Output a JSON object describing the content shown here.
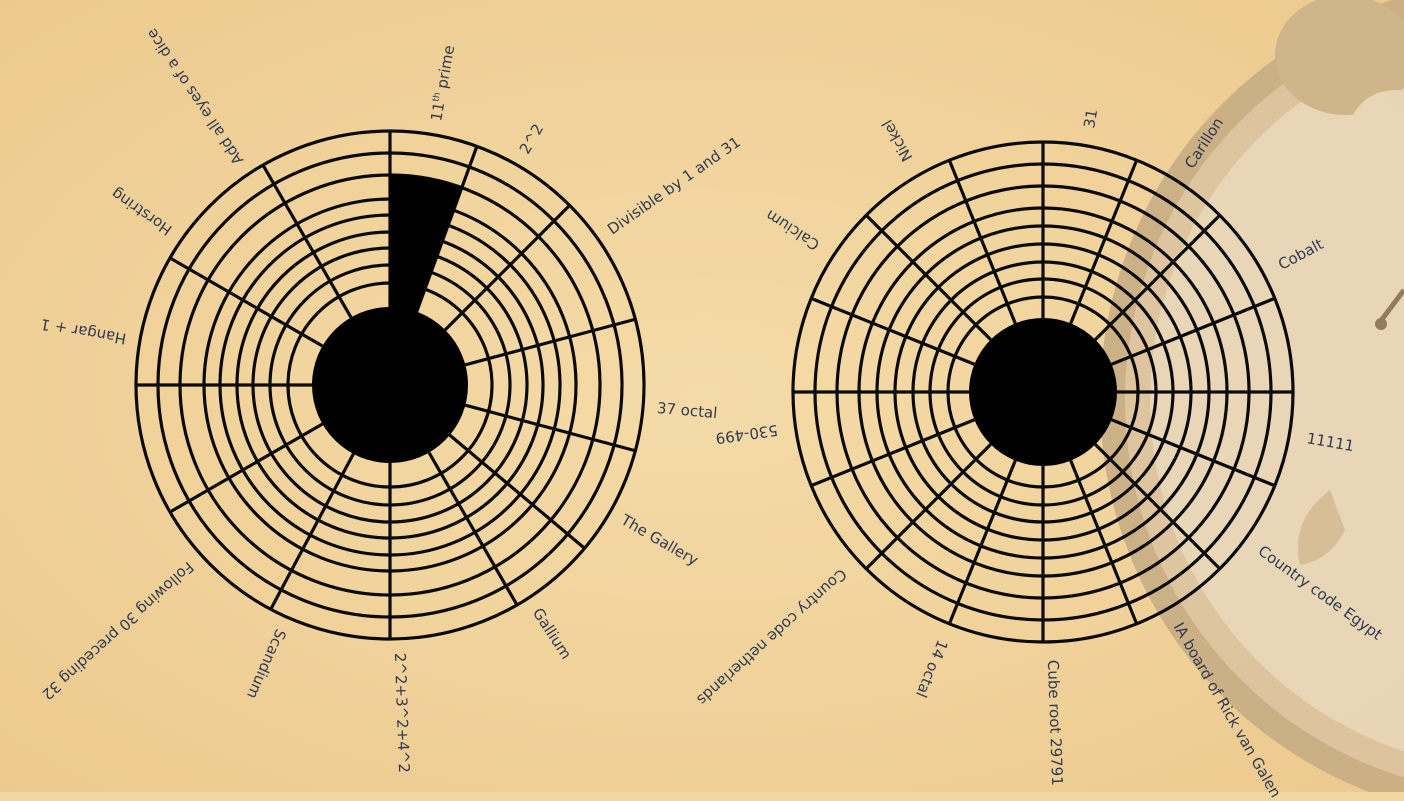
{
  "left_wheel": {
    "filled_rings_in_sector": 7,
    "labels": [
      {
        "text": "11th prime",
        "name": "label-11th-prime"
      },
      {
        "text": "2^2",
        "name": "label-2-squared"
      },
      {
        "text": "Divisible by 1 and 31",
        "name": "label-divisible-by-1-and-31"
      },
      {
        "text": "37 octal",
        "name": "label-37-octal"
      },
      {
        "text": "The Gallery",
        "name": "label-the-gallery"
      },
      {
        "text": "Gallium",
        "name": "label-gallium"
      },
      {
        "text": "2^2+3^2+4^2",
        "name": "label-sum-of-squares"
      },
      {
        "text": "Scandium",
        "name": "label-scandium"
      },
      {
        "text": "Following 30 preceding 32",
        "name": "label-following-30-preceding-32"
      },
      {
        "text": "Hangar + 1",
        "name": "label-hangar-plus-1"
      },
      {
        "text": "Horstring",
        "name": "label-horstring"
      },
      {
        "text": "Add all eyes of a dice",
        "name": "label-add-all-eyes-of-a-dice"
      }
    ]
  },
  "right_wheel": {
    "labels": [
      {
        "text": "31",
        "name": "label-31"
      },
      {
        "text": "Carillon",
        "name": "label-carillon"
      },
      {
        "text": "Cobalt",
        "name": "label-cobalt"
      },
      {
        "text": "11111",
        "name": "label-11111"
      },
      {
        "text": "Country code Egypt",
        "name": "label-country-code-egypt"
      },
      {
        "text": "IA board of Rick van Galen",
        "name": "label-ia-board-of-rick-van-galen"
      },
      {
        "text": "Cube root 29791",
        "name": "label-cube-root-29791"
      },
      {
        "text": "14 octal",
        "name": "label-14-octal"
      },
      {
        "text": "Country code netherlands",
        "name": "label-country-code-netherlands"
      },
      {
        "text": "530-499",
        "name": "label-530-499"
      },
      {
        "text": "Calcium",
        "name": "label-calcium"
      },
      {
        "text": "Nickel",
        "name": "label-nickel"
      }
    ]
  }
}
